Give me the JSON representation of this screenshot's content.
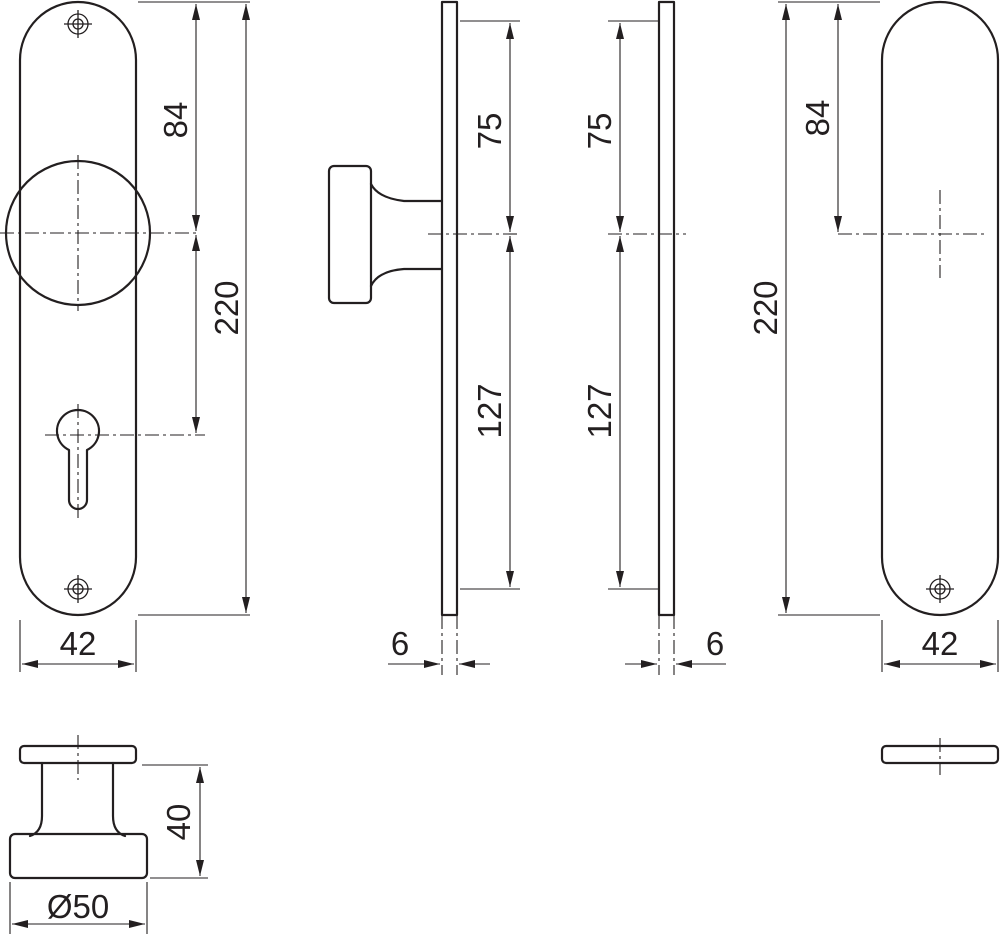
{
  "dimensions": {
    "front_left": {
      "spindle_to_top": "84",
      "total_height": "220",
      "width": "42"
    },
    "side_knob": {
      "spindle_to_top": "75",
      "spindle_to_bottom": "127",
      "plate_thickness": "6"
    },
    "side_plain": {
      "spindle_to_top": "75",
      "spindle_to_bottom": "127",
      "plate_thickness": "6"
    },
    "front_right": {
      "spindle_to_top": "84",
      "total_height": "220",
      "width": "42"
    },
    "bottom_knob": {
      "projection": "40",
      "diameter": "Ø50"
    }
  }
}
